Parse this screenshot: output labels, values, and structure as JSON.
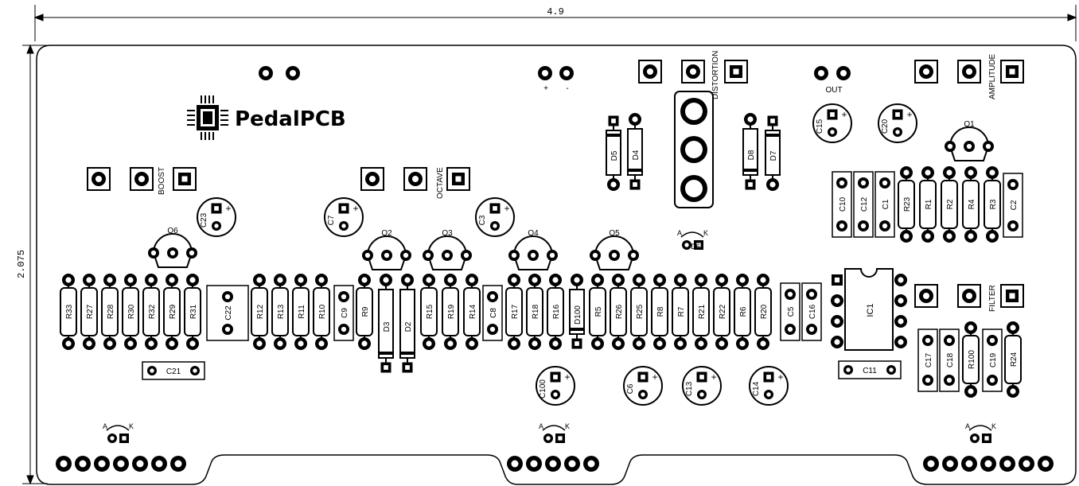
{
  "dimensions": {
    "width_label": "4.9",
    "height_label": "2.075"
  },
  "brand": {
    "logo_text": "PedalPCB"
  },
  "controls": {
    "boost": "BOOST",
    "octave": "OCTAVE",
    "distortion": "DISTORTION",
    "amplitude": "AMPLITUDE",
    "filter": "FILTER"
  },
  "io": {
    "out": "OUT",
    "plus": "+",
    "minus": "-"
  },
  "led_labels": {
    "anode": "A",
    "cathode": "K"
  },
  "resistor_row_1": [
    "R33",
    "R27",
    "R28",
    "R30",
    "R32",
    "R29",
    "R31"
  ],
  "resistor_row_2": [
    "R12",
    "R13",
    "R11",
    "R10"
  ],
  "resistor_row_3": [
    "R15",
    "R19",
    "R14"
  ],
  "resistor_row_4": [
    "R17",
    "R18",
    "R16"
  ],
  "resistor_row_5": [
    "R5",
    "R26",
    "R25",
    "R8",
    "R7",
    "R21",
    "R22",
    "R6",
    "R20"
  ],
  "resistor_row_top": [
    "R23",
    "R1",
    "R2",
    "R4",
    "R3"
  ],
  "caps_top": [
    "C10",
    "C12",
    "C1"
  ],
  "caps_vertical": [
    "C22",
    "C9",
    "C8",
    "C5",
    "C16",
    "C2",
    "C17",
    "C18",
    "C19"
  ],
  "caps_horizontal": [
    "C21",
    "C11"
  ],
  "electrolytics": [
    "C23",
    "C7",
    "C3",
    "C15",
    "C20",
    "C100",
    "C6",
    "C13",
    "C14"
  ],
  "transistors": [
    "Q6",
    "Q2",
    "Q3",
    "Q4",
    "Q5",
    "Q1"
  ],
  "diodes": [
    "D3",
    "D2",
    "D100",
    "D5",
    "D4",
    "D8",
    "D7"
  ],
  "misc_resistors": [
    "R9",
    "R100",
    "R24"
  ],
  "ic": "IC1",
  "led": "D6"
}
